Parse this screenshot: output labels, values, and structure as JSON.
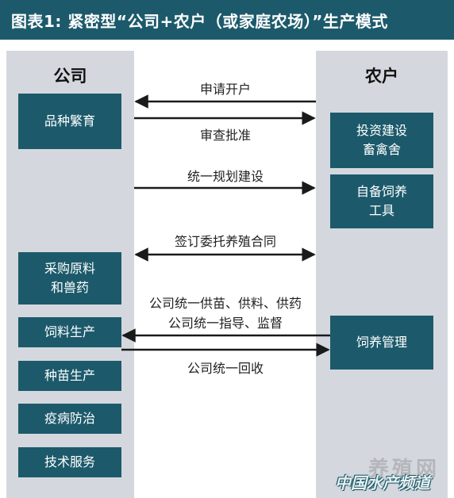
{
  "title": "图表1: 紧密型“公司+农户（或家庭农场）”生产模式",
  "left_column": {
    "header": "公司",
    "boxes": [
      {
        "lines": [
          "品种繁育"
        ]
      },
      {
        "lines": [
          "采购原料",
          "和兽药"
        ]
      },
      {
        "lines": [
          "饲料生产"
        ]
      },
      {
        "lines": [
          "种苗生产"
        ]
      },
      {
        "lines": [
          "疫病防治"
        ]
      },
      {
        "lines": [
          "技术服务"
        ]
      }
    ]
  },
  "right_column": {
    "header": "农户",
    "boxes": [
      {
        "lines": [
          "投资建设",
          "畜禽舍"
        ]
      },
      {
        "lines": [
          "自备饲养",
          "工具"
        ]
      },
      {
        "lines": [
          "饲养管理"
        ]
      }
    ]
  },
  "flows": [
    {
      "label": "申请开户",
      "direction": "to-company"
    },
    {
      "label": "审查批准",
      "direction": "to-farmer"
    },
    {
      "label": "统一规划建设",
      "direction": "to-farmer"
    },
    {
      "label": "签订委托养殖合同",
      "direction": "both"
    },
    {
      "label": "公司统一供苗、供料、供药",
      "direction": "to-farmer"
    },
    {
      "label": "公司统一指导、监督",
      "direction": "to-farmer"
    },
    {
      "label": "公司统一回收",
      "direction": "to-company"
    }
  ],
  "watermark": {
    "line1": "养殖网",
    "line2": "中国水产频道"
  },
  "colors": {
    "box": "#1c5a6b",
    "column_bg": "#d4d8de",
    "arrow": "#1a1a1a"
  }
}
